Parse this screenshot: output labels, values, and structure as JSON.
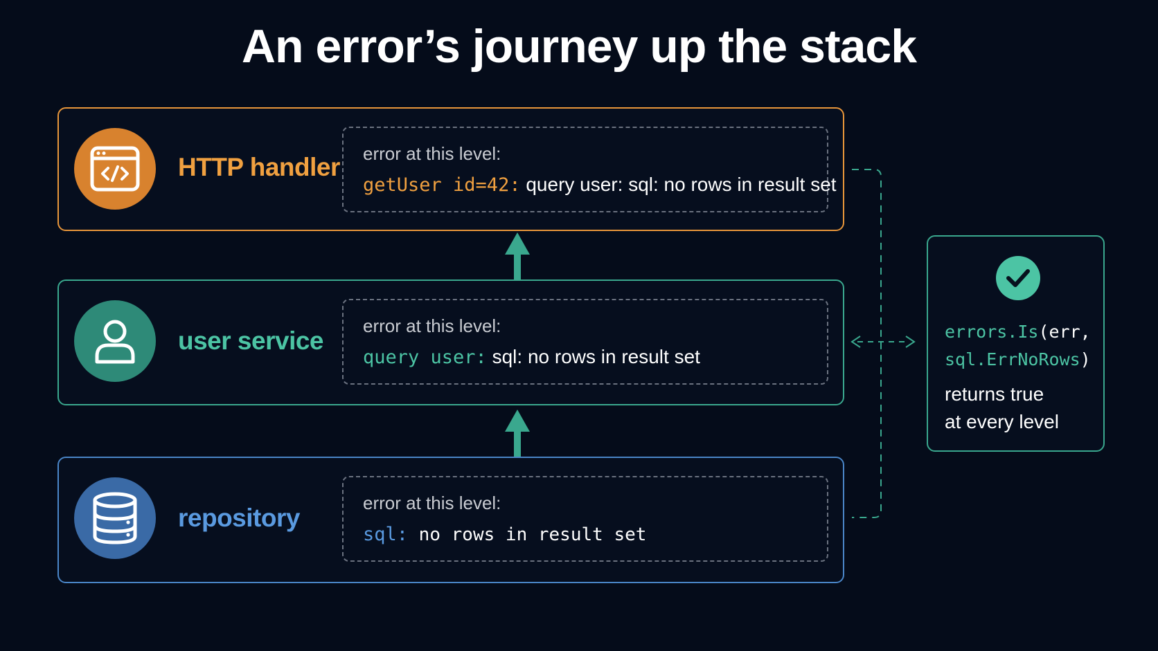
{
  "title": "An error’s journey up the stack",
  "layers": [
    {
      "name": "HTTP handler",
      "icon": "code-window-icon",
      "accent": "#e8963a",
      "error_label": "error at this level:",
      "error_prefix": "getUser id=42:",
      "error_rest_a": " query user: sql: no rows in result set"
    },
    {
      "name": "user service",
      "icon": "user-icon",
      "accent": "#3aa88e",
      "error_label": "error at this level:",
      "error_prefix": "query user:",
      "error_rest_a": " sql: no rows in result set"
    },
    {
      "name": "repository",
      "icon": "database-icon",
      "accent": "#4a86c8",
      "error_label": "error at this level:",
      "error_prefix": "sql:",
      "error_rest_a": " no rows in result set"
    }
  ],
  "check": {
    "icon": "checkmark-icon",
    "code_fn": "errors.Is",
    "code_args1": "(err,",
    "code_arg2": "sql.ErrNoRows",
    "code_close": ")",
    "desc_line1": "returns true",
    "desc_line2": "at every level"
  }
}
